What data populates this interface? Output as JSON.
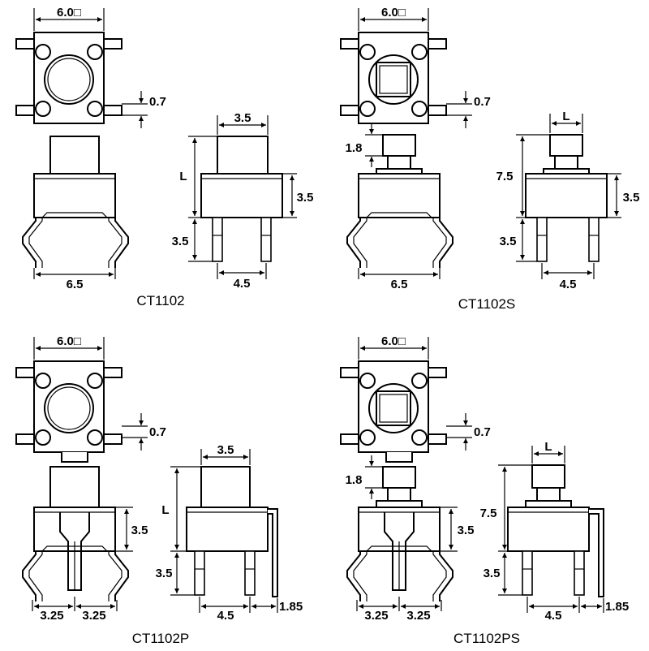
{
  "panels": [
    {
      "model": "CT1102",
      "top_width": "6.0□",
      "lead_pitch": "0.7",
      "front_width": "6.5",
      "side_cap_width": "3.5",
      "side_height": "L",
      "side_body_height": "3.5",
      "side_pin_length": "3.5",
      "side_pin_spacing": "4.5"
    },
    {
      "model": "CT1102S",
      "top_width": "6.0□",
      "lead_pitch": "0.7",
      "front_cap_height": "1.8",
      "front_width": "6.5",
      "side_cap_width": "L",
      "side_height": "7.5",
      "side_body_height": "3.5",
      "side_pin_length": "3.5",
      "side_pin_spacing": "4.5"
    },
    {
      "model": "CT1102P",
      "top_width": "6.0□",
      "lead_pitch": "0.7",
      "front_body_height": "3.5",
      "front_left_half": "3.25",
      "front_right_half": "3.25",
      "side_cap_width": "3.5",
      "side_height": "L",
      "side_pin_length": "3.5",
      "side_pin_spacing": "4.5",
      "side_offset": "1.85"
    },
    {
      "model": "CT1102PS",
      "top_width": "6.0□",
      "lead_pitch": "0.7",
      "front_cap_height": "1.8",
      "front_body_height": "3.5",
      "front_left_half": "3.25",
      "front_right_half": "3.25",
      "side_cap_width": "L",
      "side_height": "7.5",
      "side_pin_length": "3.5",
      "side_pin_spacing": "4.5",
      "side_offset": "1.85"
    }
  ]
}
